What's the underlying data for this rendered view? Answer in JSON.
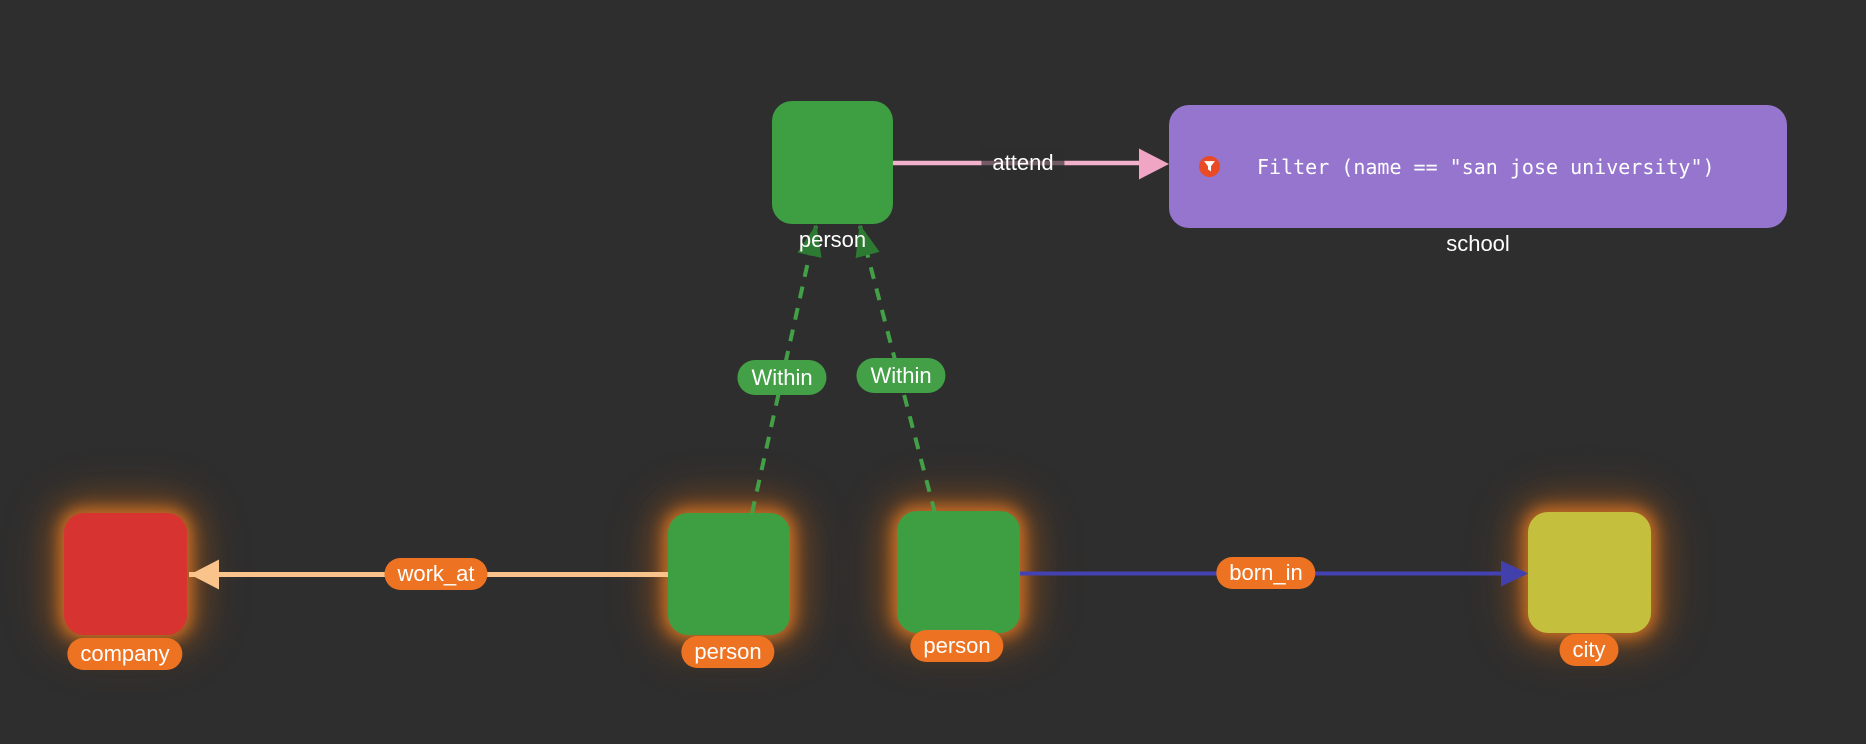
{
  "background_color": "#2e2e2e",
  "nodes": [
    {
      "id": "person-top",
      "label": "person",
      "color": "#3d9e42"
    },
    {
      "id": "school",
      "label": "school",
      "color": "#9575cd",
      "filter_text": "Filter (name == \"san jose university\")",
      "icon": "filter-icon",
      "icon_color": "#e94b27"
    },
    {
      "id": "company",
      "label": "company",
      "color": "#d63331",
      "highlighted": true
    },
    {
      "id": "person-left",
      "label": "person",
      "color": "#3d9e42",
      "highlighted": true
    },
    {
      "id": "person-right",
      "label": "person",
      "color": "#3d9e42",
      "highlighted": true
    },
    {
      "id": "city",
      "label": "city",
      "color": "#c5bf3e",
      "highlighted": true
    }
  ],
  "edges": [
    {
      "id": "attend",
      "label": "attend",
      "style": "solid",
      "color": "#f2b0cb",
      "from": "person-top",
      "to": "school"
    },
    {
      "id": "work_at",
      "label": "work_at",
      "style": "solid",
      "color": "#f9c38b",
      "from": "person-left",
      "to": "company"
    },
    {
      "id": "born_in",
      "label": "born_in",
      "style": "solid",
      "color": "#4442b2",
      "from": "person-right",
      "to": "city"
    },
    {
      "id": "within-left",
      "label": "Within",
      "style": "dashed",
      "color": "#43a047",
      "from": "person-left",
      "to": "person-top"
    },
    {
      "id": "within-right",
      "label": "Within",
      "style": "dashed",
      "color": "#43a047",
      "from": "person-right",
      "to": "person-top"
    }
  ]
}
